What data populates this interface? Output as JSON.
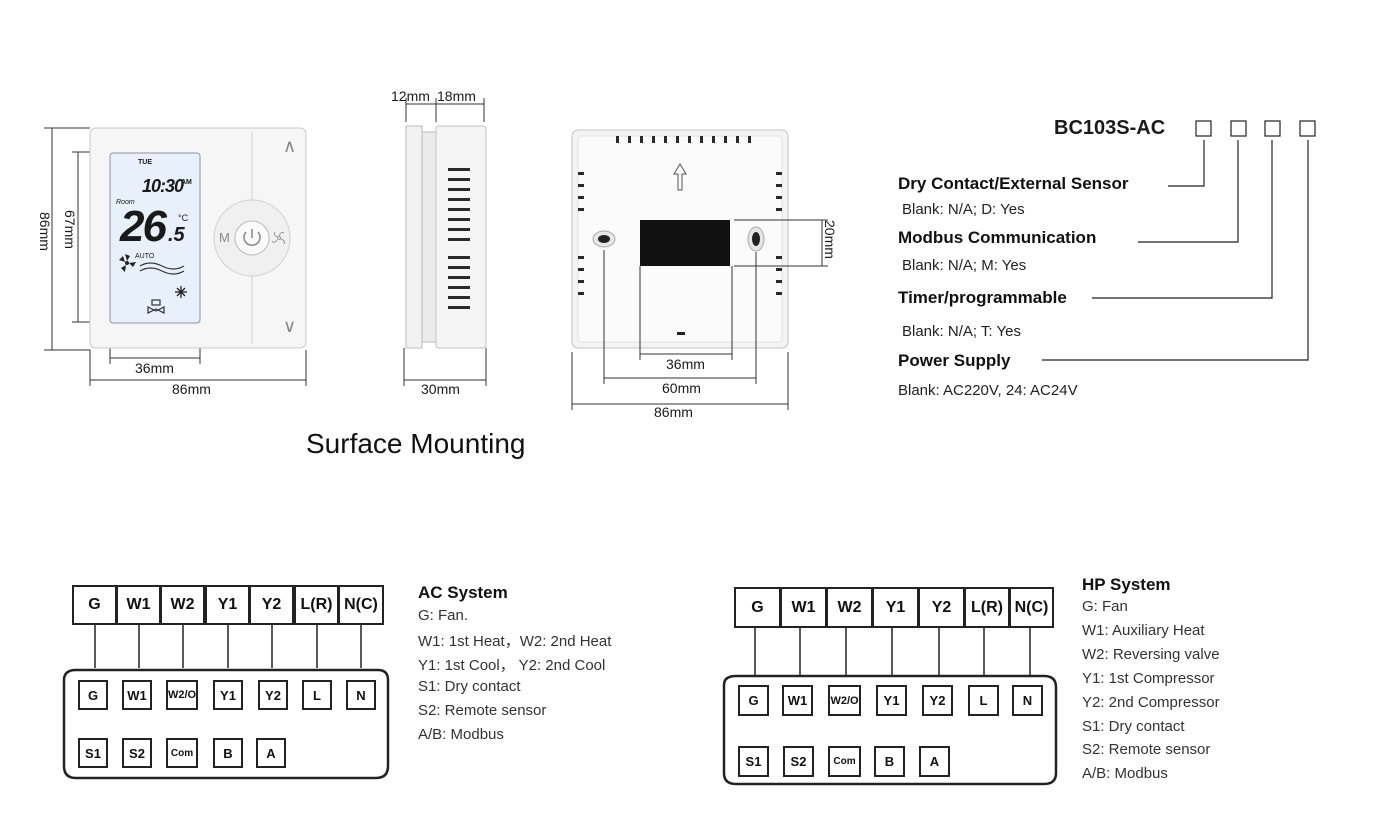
{
  "dimensions": {
    "front_width": "86mm",
    "front_height": "86mm",
    "screen_height": "67mm",
    "screen_width": "36mm",
    "side_front": "12mm",
    "side_back": "18mm",
    "side_depth": "30mm",
    "back_hole": "36mm",
    "back_span": "60mm",
    "back_width": "86mm",
    "back_cutout": "20mm"
  },
  "lcd": {
    "day": "TUE",
    "time": "10:30",
    "ampm": "AM",
    "room": "Room",
    "temp": "26",
    "temp_dec": ".5",
    "unit": "°C",
    "mode": "AUTO",
    "btn_left": "M",
    "arrow_up": "∧",
    "arrow_down": "∨"
  },
  "surface_title": "Surface Mounting",
  "model": {
    "code": "BC103S-AC",
    "boxes": [
      "□",
      "□",
      "□",
      "□"
    ],
    "options": [
      {
        "title": "Dry Contact/External Sensor",
        "desc": "Blank: N/A; D: Yes"
      },
      {
        "title": "Modbus Communication",
        "desc": "Blank: N/A; M: Yes"
      },
      {
        "title": "Timer/programmable",
        "desc": "Blank: N/A; T: Yes"
      },
      {
        "title": "Power Supply",
        "desc": "Blank: AC220V, 24: AC24V"
      }
    ]
  },
  "ac_system": {
    "terminals_top": [
      "G",
      "W1",
      "W2",
      "Y1",
      "Y2",
      "L(R)",
      "N(C)"
    ],
    "terminals_row1": [
      "G",
      "W1",
      "W2/O",
      "Y1",
      "Y2",
      "L",
      "N"
    ],
    "terminals_row2": [
      "S1",
      "S2",
      "Com",
      "B",
      "A"
    ],
    "title": "AC System",
    "lines": [
      "G: Fan.",
      "W1: 1st Heat，W2: 2nd Heat",
      "Y1: 1st Cool，  Y2: 2nd Cool",
      "S1: Dry contact",
      "S2: Remote sensor",
      "A/B: Modbus"
    ]
  },
  "hp_system": {
    "terminals_top": [
      "G",
      "W1",
      "W2",
      "Y1",
      "Y2",
      "L(R)",
      "N(C)"
    ],
    "terminals_row1": [
      "G",
      "W1",
      "W2/O",
      "Y1",
      "Y2",
      "L",
      "N"
    ],
    "terminals_row2": [
      "S1",
      "S2",
      "Com",
      "B",
      "A"
    ],
    "title": "HP System",
    "lines": [
      "G: Fan",
      "W1: Auxiliary Heat",
      "W2: Reversing valve",
      "Y1: 1st Compressor",
      "Y2: 2nd Compressor",
      "S1: Dry contact",
      "S2: Remote sensor",
      "A/B: Modbus"
    ]
  }
}
